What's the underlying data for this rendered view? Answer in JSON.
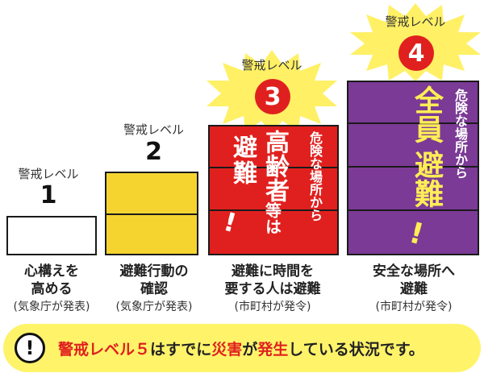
{
  "levels": [
    {
      "label": "警戒レベル",
      "number": "1",
      "desc_line1": "心構えを",
      "desc_line2": "高める",
      "desc_note": "(気象庁が発表)",
      "color": "#ffffff"
    },
    {
      "label": "警戒レベル",
      "number": "2",
      "desc_line1": "避難行動の",
      "desc_line2": "確認",
      "desc_note": "(気象庁が発表)",
      "color": "#f5d430"
    },
    {
      "label": "警戒レベル",
      "number": "3",
      "desc_line1": "避難に時間を",
      "desc_line2": "要する人は避難",
      "desc_note": "(市町村が発令)",
      "color": "#e0201e",
      "bar_main_col1": "避難",
      "bar_main_col2a": "高齢者",
      "bar_main_col2b": "等",
      "bar_main_col2c": "は",
      "bar_exclaim": "!",
      "bar_side": "危険な場所から"
    },
    {
      "label": "警戒レベル",
      "number": "4",
      "desc_line1": "安全な場所へ",
      "desc_line2": "避難",
      "desc_note": "(市町村が発令)",
      "color": "#7b3a96",
      "bar_main_col1": "全員",
      "bar_main_col2": "避難",
      "bar_exclaim": "!",
      "bar_side": "危険な場所から"
    }
  ],
  "footer": {
    "icon": "exclamation-icon",
    "text_red1": "警戒レベル５",
    "text_mid1": "はすでに",
    "text_red2": "災害",
    "text_mid2": "が",
    "text_red3": "発生",
    "text_end": "している状況です。"
  },
  "colors": {
    "burst_yellow": "#fff066",
    "level3_circle": "#e0201e",
    "level4_circle": "#e0201e",
    "main_yellow": "#ffee55",
    "footer_bg": "#fff36a",
    "footer_red": "#e0201e"
  }
}
